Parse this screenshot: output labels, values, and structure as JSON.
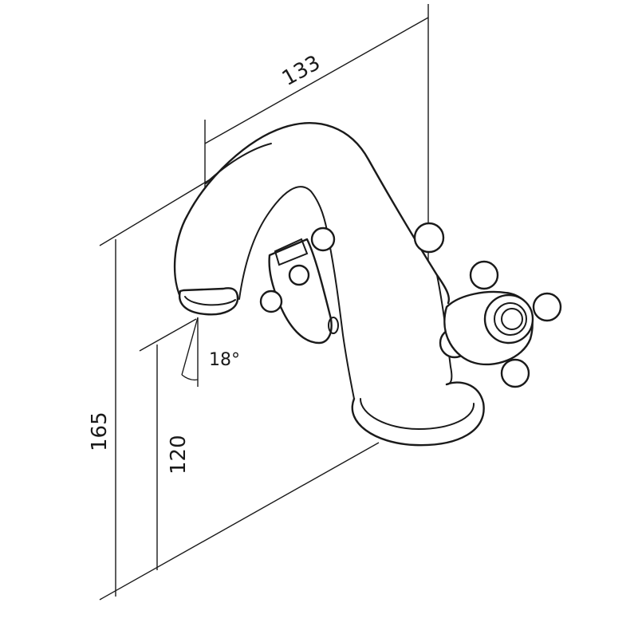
{
  "dimensions": {
    "spout_reach": "133",
    "total_height": "165",
    "spout_height": "120",
    "spout_angle": "18°"
  }
}
